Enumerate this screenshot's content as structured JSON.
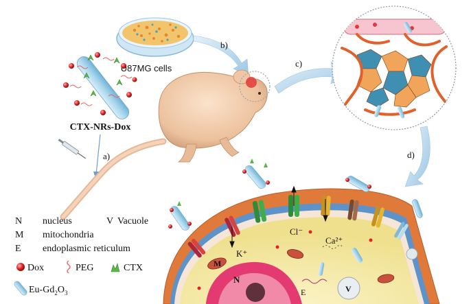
{
  "labels": {
    "petri_dish": "U87MG cells",
    "nanorod": "CTX-NRs-Dox",
    "step_a": "a)",
    "step_b": "b)",
    "step_c": "c)",
    "step_d": "d)",
    "cl": "Cl⁻",
    "ca": "Ca²⁺",
    "k": "K⁺",
    "n_organelle": "N",
    "m_organelle": "M",
    "e_organelle": "E",
    "v_organelle": "V"
  },
  "legend": {
    "n_key": "N",
    "n_text": "nucleus",
    "v_key": "V",
    "v_text": "Vacuole",
    "m_key": "M",
    "m_text": "mitochondria",
    "e_key": "E",
    "e_text": "endoplasmic reticulum",
    "dox": "Dox",
    "peg": "PEG",
    "ctx": "CTX",
    "eu_gd_prefix": "Eu-Gd",
    "eu_gd_sub1": "2",
    "eu_gd_mid": "O",
    "eu_gd_sub2": "3"
  },
  "colors": {
    "arrow_blue": "#bcd9ee",
    "mouse_skin": "#efc9a8",
    "tumor_red": "#e23a3a",
    "cell_orange": "#e07a3a",
    "cytoplasm": "#f3e9a6",
    "nucleus_pink": "#e43a72",
    "channel_green": "#3fae4a",
    "channel_red": "#d9433f",
    "channel_yellow": "#e6b52e",
    "nanorod_blue": "#a9d6ec",
    "dox_red": "#e02424",
    "ctx_green": "#5db54a"
  },
  "icons": [
    "petri-dish-icon",
    "syringe-icon",
    "mouse-icon",
    "nanorod-icon",
    "tumor-vessel-icon",
    "ion-channel-icon",
    "dox-icon",
    "peg-icon",
    "ctx-icon"
  ]
}
